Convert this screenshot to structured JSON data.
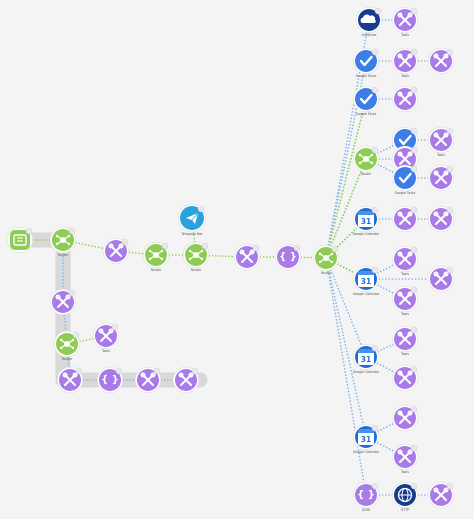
{
  "labels": {
    "web_router_main": "Router",
    "telegram": "Telegram Bot",
    "router_mid": "Router",
    "router_post_tg": "Router",
    "router_hub": "Router",
    "http": "HTTP",
    "tools": "Tools",
    "router_left": "Router",
    "router_lower": "Router",
    "json": "JSON",
    "google_tasks": "Google Tasks",
    "google_calendar": "Google Calendar",
    "onedrive": "OneDrive"
  },
  "colors": {
    "purple": "#a87be8",
    "green": "#8fcc55",
    "blue_gt": "#3d7ee6",
    "blue_cal": "#1f6fd1",
    "telegram": "#2aa3dc",
    "onedrive": "#163b8f",
    "path_gray": "#d0d0d0",
    "dot_green": "#8dd14f",
    "dot_blue": "#7fb6ea"
  },
  "icons": {
    "tools": "tools-icon",
    "router": "router-icon",
    "json": "json-icon",
    "tasks": "checkmark-icon",
    "calendar": "calendar-31-icon",
    "telegram": "paper-plane-icon",
    "http": "globe-icon",
    "onedrive": "cloud-icon",
    "webhook": "webhook-icon"
  },
  "calendar_day": "31"
}
